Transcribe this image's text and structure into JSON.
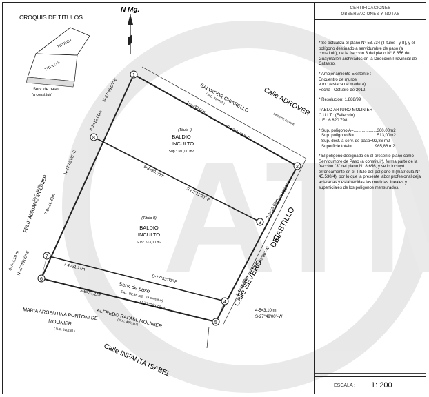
{
  "header": {
    "croquis_title": "CROQUIS DE TITULOS",
    "north_label": "N Mg."
  },
  "inset": {
    "titulo1": "TITULO I",
    "titulo2": "TITULO II",
    "serv_label": "Serv. de paso",
    "serv_sub": "(a constituir)"
  },
  "panel": {
    "heading_line1": "CERTIFICACIONES",
    "heading_line2": "OBSERVACIONES Y NOTAS",
    "note1": "* Se actualiza el plano N° 53.734 (Títulos I y II), y el polígono destinado a servidumbre de paso (a constituir), de la fracción 3 del plano N° 8.656 de Guaymallén archivados en la Dirección Provincial de Catastro.",
    "note2_title": "* Amojonamiento Existente :",
    "note2_line1": "Encuentro de muros.",
    "note2_line2": "e.m.: (estaca de madera)",
    "note2_line3": "Fecha : Octubre de 2012.",
    "note3": "* Resolución: 1.888/99",
    "owner_name": "PABLO ARTURO MOLINIER",
    "owner_cuit": "C.U.I.T.: (Fallecido)",
    "owner_le": "L.E.: 6.820.798",
    "sup_a": "* Sup. polígono A=....................360,00m2",
    "sup_b": "Sup. polígono B=....................513,00m2",
    "sup_serv": "Sup. dest. a serv. de paso=92,86 m2",
    "sup_total": "Superficie total=....................965,86 m2",
    "note4": "* El polígono designado en el presente plano como Servidumbre de Paso (a constituir), forma parte de la fracción \"3\" del plano N° 8.656, y se lo incluyó erróneamente en el Título del polígono II (matrícula N° 45.530/4), por lo que la presente labor profesional deja aclaradas y establecidas las medidas lineales y superficiales de los polígonos mensurados.",
    "scale_label": "ESCALA :",
    "scale_value": "1: 200"
  },
  "plan": {
    "calle_adrover": "Calle ADROVER",
    "calle_severo_1": "Calle SEVERO",
    "calle_severo_2": "DEL",
    "calle_severo_3": "CASTILLO",
    "calle_infanta": "Calle INFANTA ISABEL",
    "chiarello": "SALVADOR CHIARELLO",
    "chiarello_nc": "( N.C. 506475 )",
    "felix": "FELIX ADRIANO MOLINIER",
    "felix_nc": "( N.C. 09-08-...)",
    "alfredo": "ALFREDO RAFAEL MOLINIER",
    "alfredo_nc": "( N.C. 490180 )",
    "maria1": "MARIA ARGENTINA PONTONI DE",
    "maria2": "MOLINIER",
    "maria_nc": "( N.C. 510180 )",
    "titulo1": "(Titulo I)",
    "titulo2": "(Titulo II)",
    "baldio": "BALDIO",
    "inculto": "INCULTO",
    "sup1": "Sup.: 360,00 m2",
    "sup2": "Sup.: 513,00 m2",
    "serv_paso": "Serv. de paso",
    "serv_sup": "Sup.: 92,86 m2",
    "serv_const": "(a constituir)",
    "dim_1_2": "1-2=30,00m",
    "dir_1_2": "S-62°11'00\"-E",
    "dim_8_3": "8-3=30,00m",
    "dir_8_3": "S-62°11'00\"-E",
    "dim_8_1": "8-1=12,00m",
    "dir_8_1": "N-27°49'00\"-E",
    "dim_7_8": "7-8=24,33m",
    "dir_7_8": "N-27°49'00\"-E",
    "dim_6_7": "6-7=3,10 m.",
    "dir_6_7": "N-27°49'00\"-E",
    "dim_7_4": "7-4=31,11m",
    "dir_7_4": "S-77°33'00\"-E",
    "dim_5_6": "5-6=31,11m",
    "dir_5_6": "N-77°33'00\"-W",
    "dim_2_3": "2-3=16,68m",
    "dir_2_3": "S-27°49'00\"-W",
    "dim_3_4": "3-4=16,68m",
    "dir_3_4": "S-27°49'00\"-W",
    "dim_4_5": "4-5=3,10 m.",
    "dir_4_5": "S-27°49'00\"-W",
    "linea_cierre": "LINEA DE CIERRE",
    "p1": "1",
    "p2": "2",
    "p3": "3",
    "p4": "4",
    "p5": "5",
    "p6": "6",
    "p7": "7",
    "p8": "8",
    "watermark": "ATM"
  }
}
